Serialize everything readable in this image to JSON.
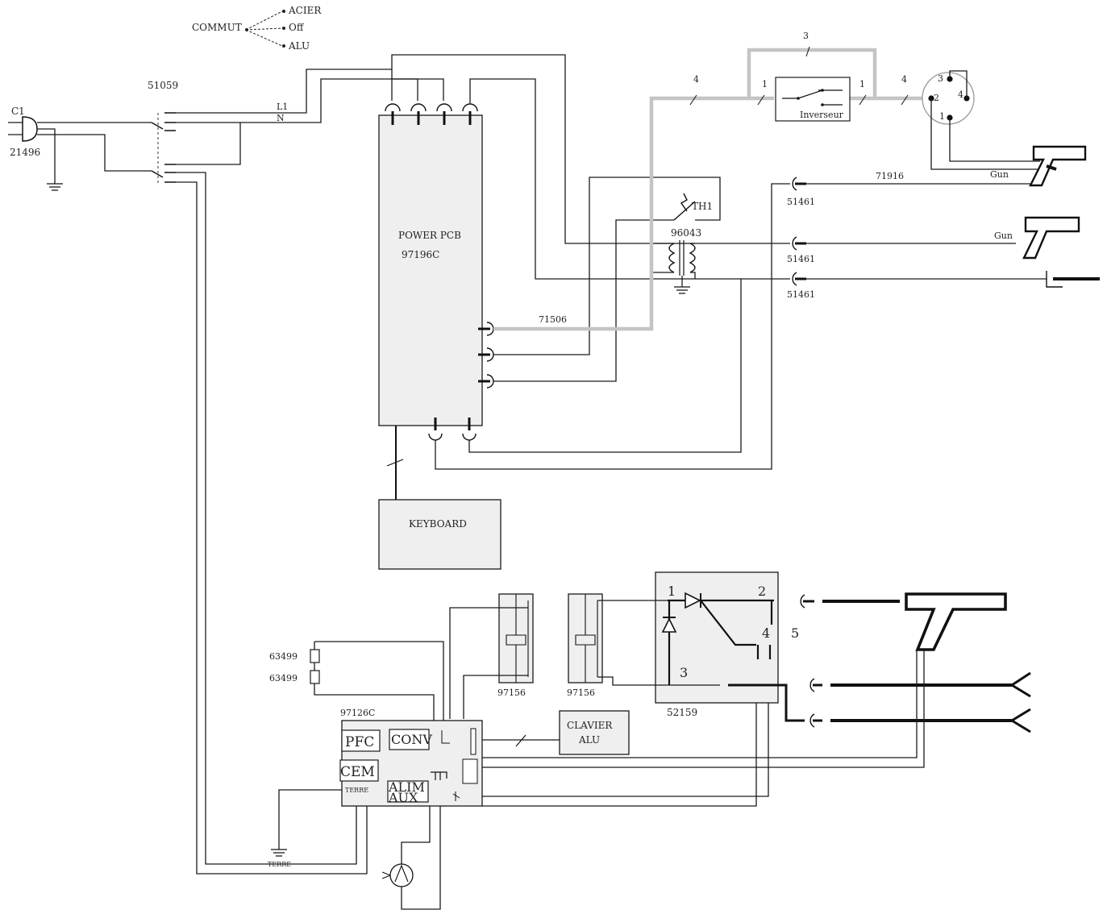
{
  "commut": {
    "label": "COMMUT",
    "options": [
      "ACIER",
      "Off",
      "ALU"
    ]
  },
  "mains": {
    "plug_label": "C1",
    "plug_ref": "21496",
    "switch_ref": "51059",
    "line_labels": [
      "L1",
      "N"
    ]
  },
  "power_pcb": {
    "title": "POWER PCB",
    "ref": "97196C"
  },
  "keyboard": {
    "label": "KEYBOARD"
  },
  "transformer": {
    "ref": "96043",
    "thermal_label": "TH1"
  },
  "wires": {
    "w71506": "71506",
    "w71916": "71916",
    "w3": "3",
    "w4a": "4",
    "w4b": "4",
    "inv_pin_left": "1",
    "inv_pin_right": "1"
  },
  "inverseur": {
    "label": "Inverseur"
  },
  "connector": {
    "pins": [
      "3",
      "4",
      "2",
      "1"
    ]
  },
  "guns": {
    "gun1": "Gun",
    "gun2": "Gun"
  },
  "sockets": {
    "s1": "51461",
    "s2": "51461",
    "s3": "51461"
  },
  "resistors": {
    "r1": "63499",
    "r2": "63499"
  },
  "relays": {
    "k1": "97156",
    "k2": "97156"
  },
  "rectifier": {
    "ref": "52159",
    "pins": [
      "1",
      "2",
      "3",
      "4",
      "5"
    ]
  },
  "control_pcb": {
    "ref": "97126C",
    "pfc": "PFC",
    "conv": "CONV",
    "cem": "CEM",
    "alim": "ALIM",
    "aux": "AUX",
    "terre": "TERRE"
  },
  "clavier": {
    "line1": "CLAVIER",
    "line2": "ALU"
  },
  "ground_label": "TERRE"
}
